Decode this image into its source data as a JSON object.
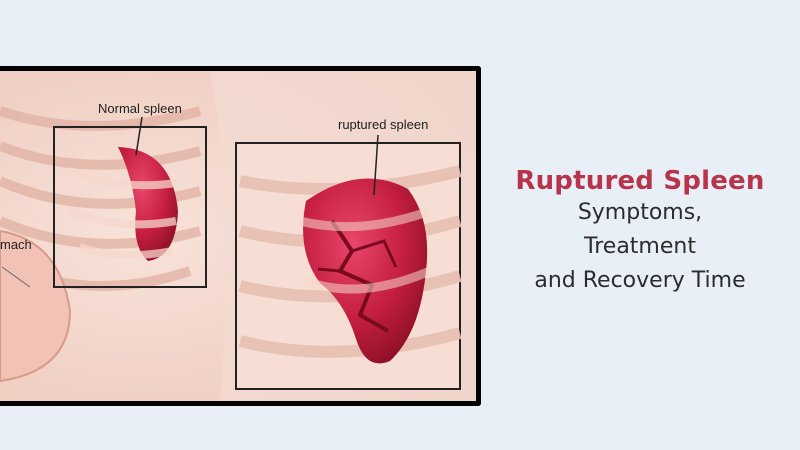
{
  "illustration": {
    "normal_label": "Normal spleen",
    "ruptured_label": "ruptured spleen",
    "stomach_label": "mach"
  },
  "title": {
    "heading": "Ruptured Spleen",
    "line1": "Symptoms,",
    "line2": "Treatment",
    "line3": "and Recovery Time"
  },
  "colors": {
    "background": "#e9eff6",
    "heading": "#b8344a",
    "spleen": "#c41e3f",
    "skin": "#f4d9cf",
    "frame": "#000000"
  },
  "icons": {
    "normal_spleen": "normal-spleen-icon",
    "ruptured_spleen": "ruptured-spleen-icon"
  }
}
